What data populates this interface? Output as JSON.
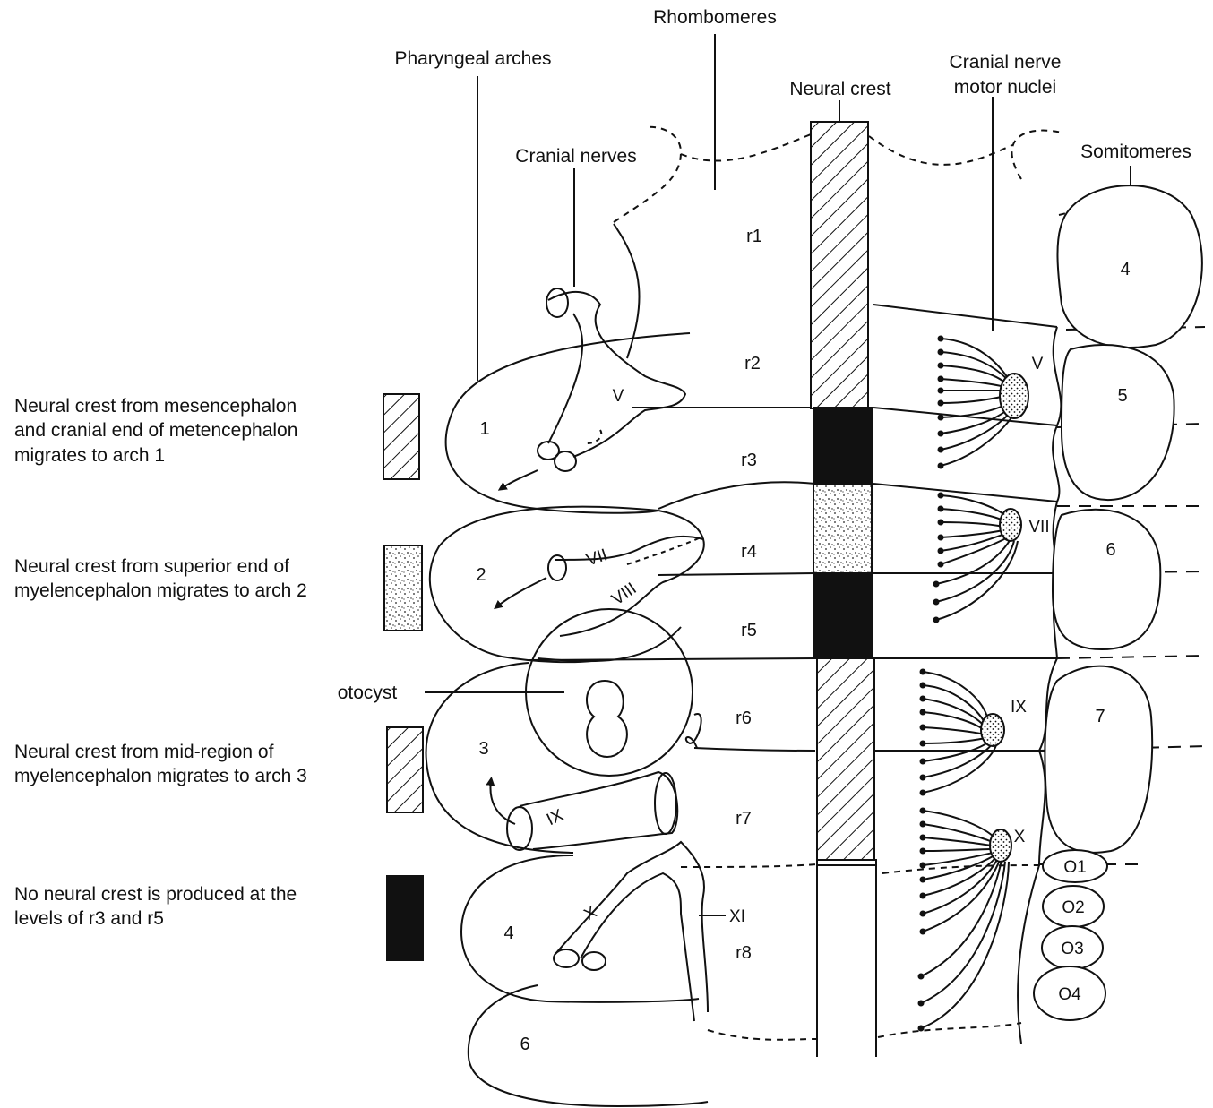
{
  "headers": {
    "rhombomeres": "Rhombomeres",
    "pharyngeal_arches": "Pharyngeal arches",
    "neural_crest": "Neural crest",
    "cranial_nerve_motor_nuclei_line1": "Cranial nerve",
    "cranial_nerve_motor_nuclei_line2": "motor nuclei",
    "cranial_nerves": "Cranial nerves",
    "somitomeres": "Somitomeres",
    "otocyst": "otocyst"
  },
  "legend": [
    {
      "pattern": "hatch",
      "lines": [
        "Neural crest from mesencephalon",
        "and cranial end of metencephalon",
        "migrates to arch 1"
      ]
    },
    {
      "pattern": "stipple",
      "lines": [
        "Neural crest from superior end of",
        "myelencephalon migrates to arch 2"
      ]
    },
    {
      "pattern": "hatch",
      "lines": [
        "Neural crest from mid-region of",
        "myelencephalon migrates to arch 3"
      ]
    },
    {
      "pattern": "solid",
      "lines": [
        "No neural crest is produced at the",
        "levels of r3 and r5"
      ]
    }
  ],
  "rhombomeres": [
    "r1",
    "r2",
    "r3",
    "r4",
    "r5",
    "r6",
    "r7",
    "r8"
  ],
  "arches": [
    "1",
    "2",
    "3",
    "4",
    "6"
  ],
  "nerves": [
    "V",
    "VII",
    "VIII",
    "IX",
    "X",
    "XI"
  ],
  "motor_nuclei": [
    "V",
    "VII",
    "IX",
    "X"
  ],
  "somitomeres": [
    "4",
    "5",
    "6",
    "7"
  ],
  "occipital_somites": [
    "O1",
    "O2",
    "O3",
    "O4"
  ],
  "neural_crest_segments": [
    {
      "level": "r1-r2",
      "pattern": "hatch"
    },
    {
      "level": "r3",
      "pattern": "solid"
    },
    {
      "level": "r4",
      "pattern": "stipple"
    },
    {
      "level": "r5",
      "pattern": "solid"
    },
    {
      "level": "r6-r7",
      "pattern": "hatch"
    },
    {
      "level": "r8",
      "pattern": "none"
    }
  ]
}
